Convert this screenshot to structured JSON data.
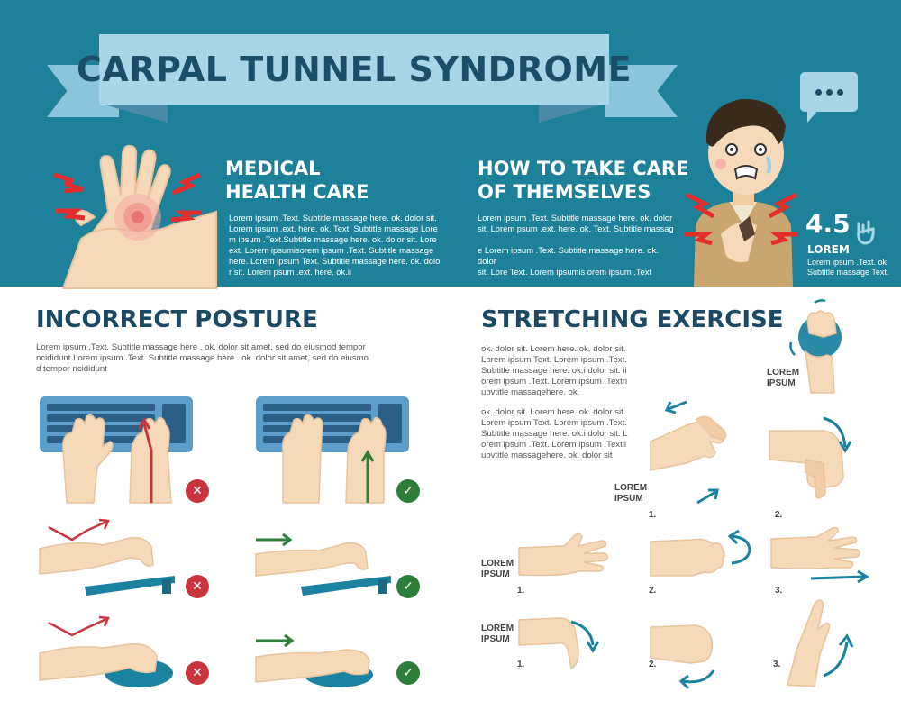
{
  "header": {
    "title": "CARPAL TUNNEL SYNDROME"
  },
  "medical": {
    "heading_line1": "MEDICAL",
    "heading_line2": "HEALTH CARE",
    "body": [
      "Lorem ipsum .Text. Subtitle massage here. ok. dolor sit.",
      "Lorem ipsum .ext. here. ok. Text. Subtitle massage Lore",
      "m ipsum .Text.Subtitle massage here. ok. dolor sit. Lore",
      "ext.  Lorem ipsumisorem ipsum .Text. Subtitle massage",
      "here. Lorem ipsum Text. Subtitle massage here. ok. dolo",
      "r sit. Lorem psum .ext. here. ok.ii"
    ]
  },
  "care": {
    "heading_line1": "HOW TO TAKE CARE",
    "heading_line2": "OF THEMSELVES",
    "body": [
      "Lorem ipsum .Text. Subtitle massage here. ok. dolor",
      "sit. Lorem psum .ext. here. ok. Text. Subtitle massag",
      "",
      "e Lorem ipsum .Text. Subtitle massage here. ok. dolor",
      "sit. Lore Text.  Lorem ipsumis orem ipsum .Text"
    ]
  },
  "stat": {
    "value": "4.5",
    "label": "LOREM",
    "text_line1": "Lorem ipsum .Text. ok",
    "text_line2": "Subtitle massage Text."
  },
  "posture": {
    "heading": "INCORRECT POSTURE",
    "body": [
      "Lorem ipsum .Text. Subtitle massage here . ok. dolor sit amet, sed do eiusmod tempor",
      "ncididunt Lorem ipsum .Text. Subtitle massage here . ok. dolor sit amet, sed do eiusmo",
      "d tempor ncididunt"
    ],
    "badge_bad": "✕",
    "badge_good": "✓"
  },
  "stretching": {
    "heading": "STRETCHING EXERCISE",
    "body1": [
      "ok. dolor sit. Lorem here. ok. dolor sit.",
      "Lorem ipsum Text. Lorem ipsum .Text.",
      "Subtitle massage here. ok.i dolor sit. ii",
      "orem ipsum .Text. Lorem ipsum .Textri",
      "ubvtitle massagehere. ok."
    ],
    "body2": [
      "ok. dolor sit. Lorem here. ok. dolor sit.",
      "Lorem ipsum Text. Lorem ipsum .Text.",
      "Subtitle massage here. ok.i dolor sit. L",
      "orem ipsum .Text. Lorem ipsum .Textli",
      "ubvtitle massagehere. ok. dolor sit"
    ],
    "lorem_line1": "LOREM",
    "lorem_line2": "IPSUM",
    "step1": "1.",
    "step2": "2.",
    "step3": "3."
  },
  "colors": {
    "band": "#1c8199",
    "ribbon": "#a8d6e7",
    "title": "#1b4f67",
    "skin": "#f5d9b8",
    "accent": "#1b82a0",
    "bad": "#c8353f",
    "good": "#2f7d3b"
  }
}
